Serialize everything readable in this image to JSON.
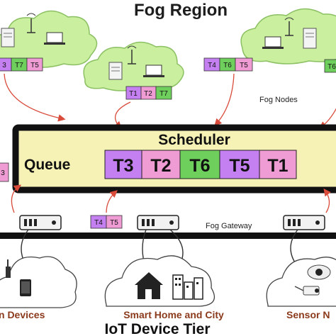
{
  "title": "Fog Region",
  "fog_nodes_label": "Fog Nodes",
  "scheduler_label": "Scheduler",
  "queue_label": "Queue",
  "queue_tasks": [
    "T3",
    "T2",
    "T6",
    "T5",
    "T1"
  ],
  "left_cloud_tasks": [
    "3",
    "T7",
    "T5"
  ],
  "middle_cloud_tasks": [
    "T1",
    "T2",
    "T7"
  ],
  "right_cloud_tasks": [
    "T4",
    "T6",
    "T5"
  ],
  "far_right_task": "T6",
  "left_edge_task": "3",
  "gateway_tasks": [
    "T4",
    "T5"
  ],
  "gateway_label": "Fog Gateway",
  "device_groups": [
    "n Devices",
    "Smart Home and City",
    "Sensor N"
  ],
  "tier_label": "IoT Device Tier",
  "colors": {
    "cloud": "#c9ef9f",
    "cloud_stroke": "#8cc063",
    "task_purple": "#c47ff0",
    "task_pink": "#ef9bd4",
    "task_green": "#6fcf5c",
    "arrow": "#d94b3b",
    "device_label": "#8b3a1c"
  }
}
